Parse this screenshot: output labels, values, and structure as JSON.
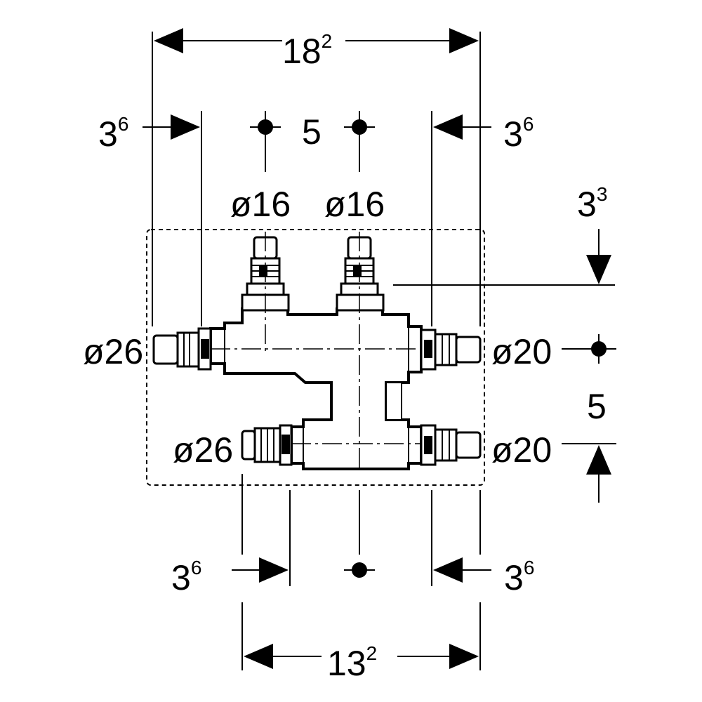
{
  "dimensions": {
    "top_width": {
      "main": "18",
      "sup": "2"
    },
    "bottom_width": {
      "main": "13",
      "sup": "2"
    },
    "top_left_offset": {
      "main": "3",
      "sup": "6"
    },
    "top_right_offset": {
      "main": "3",
      "sup": "6"
    },
    "top_outlet_spacing": "5",
    "right_top_offset": {
      "main": "3",
      "sup": "3"
    },
    "right_spacing": "5",
    "bottom_left_offset": {
      "main": "3",
      "sup": "6"
    },
    "bottom_right_offset": {
      "main": "3",
      "sup": "6"
    }
  },
  "connections": {
    "top_left_outlet": "ø16",
    "top_right_outlet": "ø16",
    "left_upper": "ø26",
    "left_lower": "ø26",
    "right_upper": "ø20",
    "right_lower": "ø20"
  }
}
